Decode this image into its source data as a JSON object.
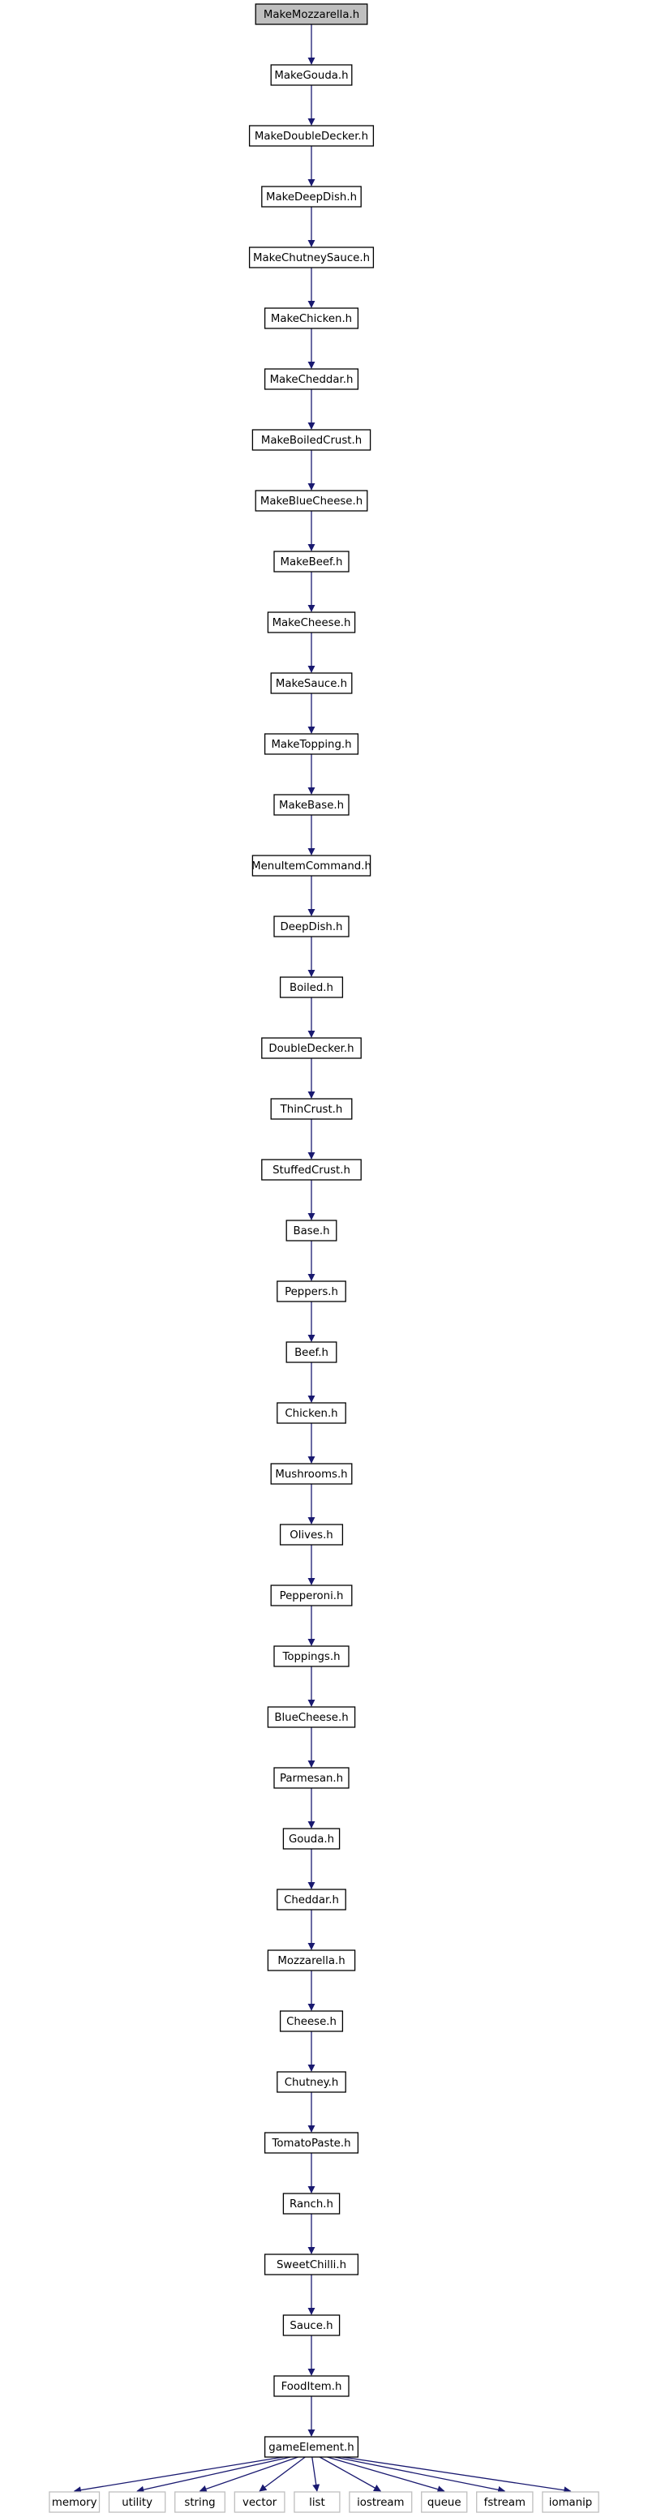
{
  "graph": {
    "root": "MakeMozzarella.h",
    "chain": [
      "MakeMozzarella.h",
      "MakeGouda.h",
      "MakeDoubleDecker.h",
      "MakeDeepDish.h",
      "MakeChutneySauce.h",
      "MakeChicken.h",
      "MakeCheddar.h",
      "MakeBoiledCrust.h",
      "MakeBlueCheese.h",
      "MakeBeef.h",
      "MakeCheese.h",
      "MakeSauce.h",
      "MakeTopping.h",
      "MakeBase.h",
      "MenuItemCommand.h",
      "DeepDish.h",
      "Boiled.h",
      "DoubleDecker.h",
      "ThinCrust.h",
      "StuffedCrust.h",
      "Base.h",
      "Peppers.h",
      "Beef.h",
      "Chicken.h",
      "Mushrooms.h",
      "Olives.h",
      "Pepperoni.h",
      "Toppings.h",
      "BlueCheese.h",
      "Parmesan.h",
      "Gouda.h",
      "Cheddar.h",
      "Mozzarella.h",
      "Cheese.h",
      "Chutney.h",
      "TomatoPaste.h",
      "Ranch.h",
      "SweetChilli.h",
      "Sauce.h",
      "FoodItem.h",
      "gameElement.h"
    ],
    "system_headers": [
      "memory",
      "utility",
      "string",
      "vector",
      "list",
      "iostream",
      "queue",
      "fstream",
      "iomanip"
    ],
    "colors": {
      "root_fill": "#bfbfbf",
      "node_fill": "#ffffff",
      "node_stroke": "#000000",
      "system_stroke": "#bfbfbf",
      "edge": "#191970",
      "text": "#000000"
    }
  }
}
